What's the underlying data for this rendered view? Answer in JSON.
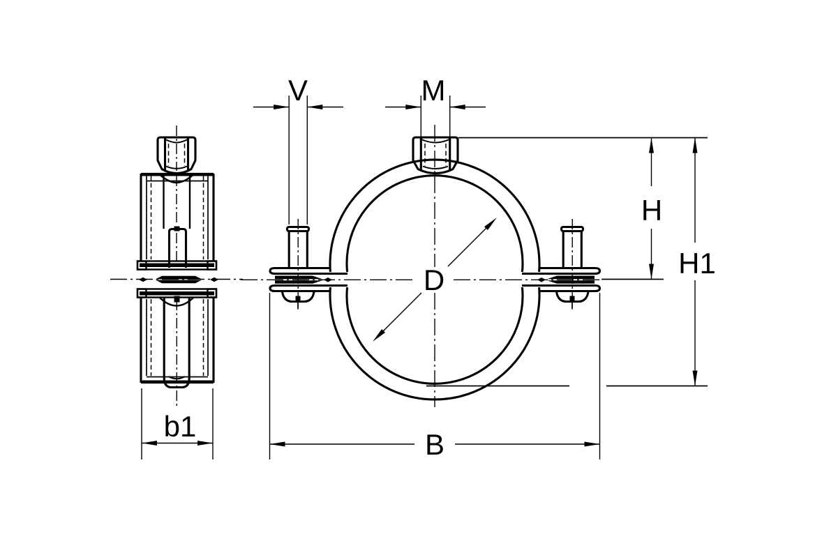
{
  "drawing": {
    "background_color": "#ffffff",
    "line_color": "#000000",
    "labels": {
      "V": "V",
      "M": "M",
      "H": "H",
      "H1": "H1",
      "D": "D",
      "B": "B",
      "b1": "b1"
    }
  }
}
